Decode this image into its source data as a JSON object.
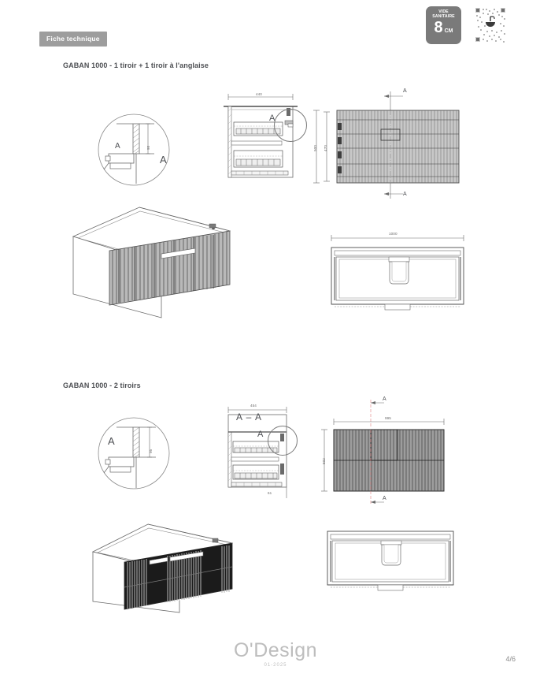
{
  "document": {
    "type": "Fiche technique",
    "badge_label": "Fiche technique",
    "page_number": "4/6",
    "brand": "O'Design",
    "brand_date": "01-2025"
  },
  "header": {
    "vide_sanitaire": {
      "line1": "VIDE",
      "line2": "SANITAIRE",
      "value": "8",
      "unit": "CM"
    },
    "qr_code": "qr-code-icon"
  },
  "sections": [
    {
      "title": "GABAN 1000 - 1 tiroir + 1 tiroir à l'anglaise",
      "detail_callout": {
        "label": "A",
        "dimension": "95"
      },
      "side_view": {
        "width_dim": "440",
        "callout_label": "A"
      },
      "section_view": {
        "height_dim_outer": "500",
        "height_dim_inner": "470",
        "marker_top": "A",
        "marker_bottom": "A"
      },
      "front_view": {
        "width_dim": "1000"
      }
    },
    {
      "title": "GABAN 1000 - 2 tiroirs",
      "detail_callout": {
        "label": "A",
        "dimension": "95"
      },
      "side_view": {
        "width_dim": "454",
        "section_label": "A – A",
        "callout_label": "A",
        "bottom_dim": "61"
      },
      "front_view": {
        "width_dim": "995",
        "height_dim": "502",
        "marker_top": "A",
        "marker_bottom": "A"
      }
    }
  ]
}
